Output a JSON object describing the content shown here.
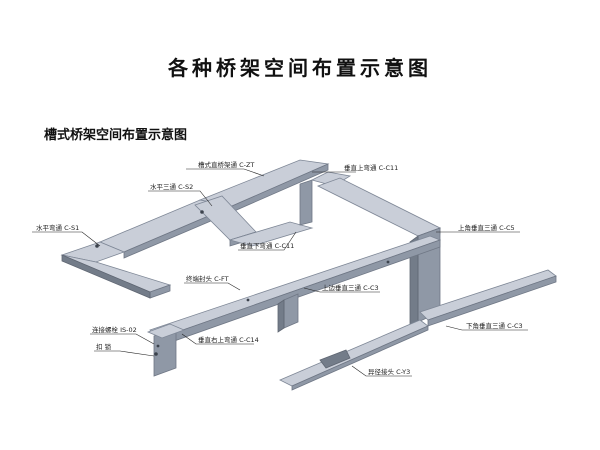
{
  "title": "各种桥架空间布置示意图",
  "subtitle": "槽式桥架空间布置示意图",
  "labels": {
    "zt": "槽式直桥架通 C-ZT",
    "s2": "水平三通 C-S2",
    "s1": "水平弯通 C-S1",
    "c11a": "垂直上弯通 C-C11",
    "c11b": "垂直下弯通 C-C11",
    "c5": "上角垂直三通 C-C5",
    "ft": "终端封头 C-FT",
    "c3a": "上边垂直三通 C-C3",
    "c3b": "下角垂直三通 C-C3",
    "is02": "连接螺栓 IS-02",
    "buckle": "扣  锁",
    "c14": "垂直右上弯通 C-C14",
    "y3": "异径接头 C-Y3"
  },
  "colors": {
    "top": "#c9ced8",
    "side": "#8f98a6",
    "dark": "#737c89"
  }
}
